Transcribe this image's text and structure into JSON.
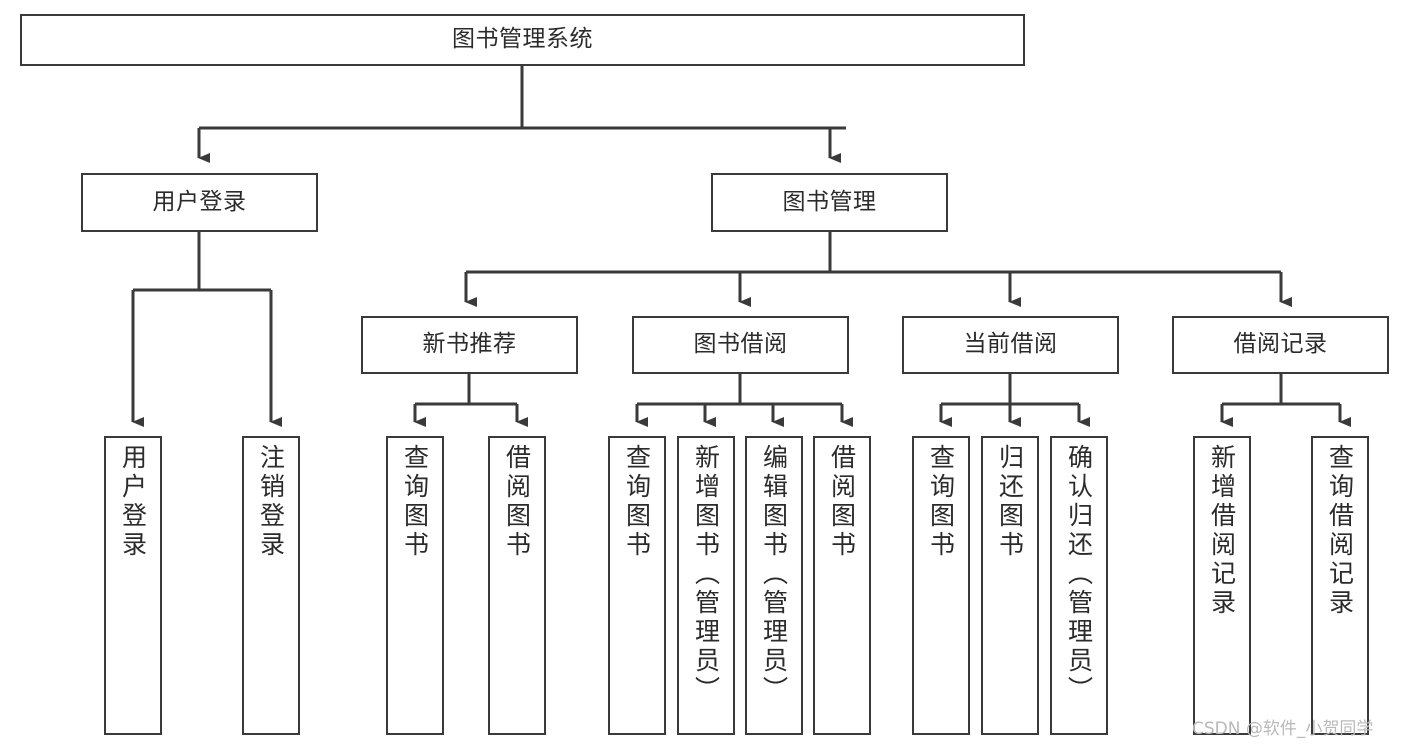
{
  "diagram": {
    "type": "hierarchy-tree",
    "title": "图书管理系统",
    "watermark": "CSDN @软件_小贺同学",
    "root": {
      "id": "root",
      "label": "图书管理系统",
      "orientation": "horizontal"
    },
    "level2": [
      {
        "id": "user-login",
        "label": "用户登录",
        "orientation": "horizontal"
      },
      {
        "id": "book-management",
        "label": "图书管理",
        "orientation": "horizontal"
      }
    ],
    "level3": [
      {
        "id": "new-book-recommend",
        "label": "新书推荐",
        "orientation": "horizontal",
        "parent": "book-management"
      },
      {
        "id": "book-borrow",
        "label": "图书借阅",
        "orientation": "horizontal",
        "parent": "book-management"
      },
      {
        "id": "current-borrow",
        "label": "当前借阅",
        "orientation": "horizontal",
        "parent": "book-management"
      },
      {
        "id": "borrow-record",
        "label": "借阅记录",
        "orientation": "horizontal",
        "parent": "book-management"
      }
    ],
    "leaves": [
      {
        "id": "leaf-user-login",
        "label": "用户登录",
        "orientation": "vertical",
        "parent": "user-login"
      },
      {
        "id": "leaf-user-logout",
        "label": "注销登录",
        "orientation": "vertical",
        "parent": "user-login"
      },
      {
        "id": "leaf-query-book-1",
        "label": "查询图书",
        "orientation": "vertical",
        "parent": "new-book-recommend"
      },
      {
        "id": "leaf-borrow-book-1",
        "label": "借阅图书",
        "orientation": "vertical",
        "parent": "new-book-recommend"
      },
      {
        "id": "leaf-query-book-2",
        "label": "查询图书",
        "orientation": "vertical",
        "parent": "book-borrow"
      },
      {
        "id": "leaf-add-book",
        "label": "新增图书（管理员）",
        "orientation": "vertical",
        "parent": "book-borrow"
      },
      {
        "id": "leaf-edit-book",
        "label": "编辑图书（管理员）",
        "orientation": "vertical",
        "parent": "book-borrow"
      },
      {
        "id": "leaf-borrow-book-2",
        "label": "借阅图书",
        "orientation": "vertical",
        "parent": "book-borrow"
      },
      {
        "id": "leaf-query-book-3",
        "label": "查询图书",
        "orientation": "vertical",
        "parent": "current-borrow"
      },
      {
        "id": "leaf-return-book",
        "label": "归还图书",
        "orientation": "vertical",
        "parent": "current-borrow"
      },
      {
        "id": "leaf-confirm-return",
        "label": "确认归还（管理员）",
        "orientation": "vertical",
        "parent": "current-borrow"
      },
      {
        "id": "leaf-add-record",
        "label": "新增借阅记录",
        "orientation": "vertical",
        "parent": "borrow-record"
      },
      {
        "id": "leaf-query-record",
        "label": "查询借阅记录",
        "orientation": "vertical",
        "parent": "borrow-record"
      }
    ],
    "colors": {
      "stroke": "#3a3a3a",
      "text": "#2b2b2b",
      "background": "#ffffff",
      "watermark": "#b9b9b9"
    }
  }
}
